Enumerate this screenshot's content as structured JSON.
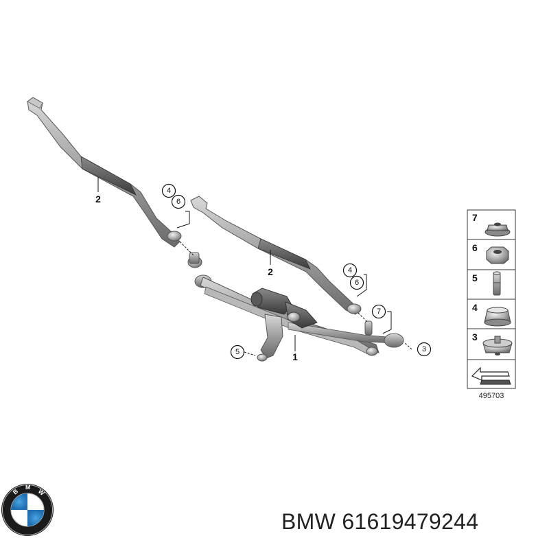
{
  "diagram": {
    "callouts": {
      "c1": "1",
      "c2a": "2",
      "c2b": "2",
      "c3": "3",
      "c4a": "4",
      "c6a": "6",
      "c4b": "4",
      "c6b": "6",
      "c7": "7",
      "c5": "5"
    },
    "legend": {
      "items": [
        {
          "number": "7",
          "icon": "flange-nut-icon"
        },
        {
          "number": "6",
          "icon": "hex-nut-icon"
        },
        {
          "number": "5",
          "icon": "stud-icon"
        },
        {
          "number": "4",
          "icon": "cap-icon"
        },
        {
          "number": "3",
          "icon": "grommet-icon"
        }
      ],
      "arrow_icon": "direction-arrow-icon"
    },
    "code": "495703"
  },
  "logo": {
    "name": "bmw-logo",
    "letters": [
      "B",
      "M",
      "W"
    ]
  },
  "caption": {
    "brand": "BMW",
    "part_number": "61619479244"
  }
}
